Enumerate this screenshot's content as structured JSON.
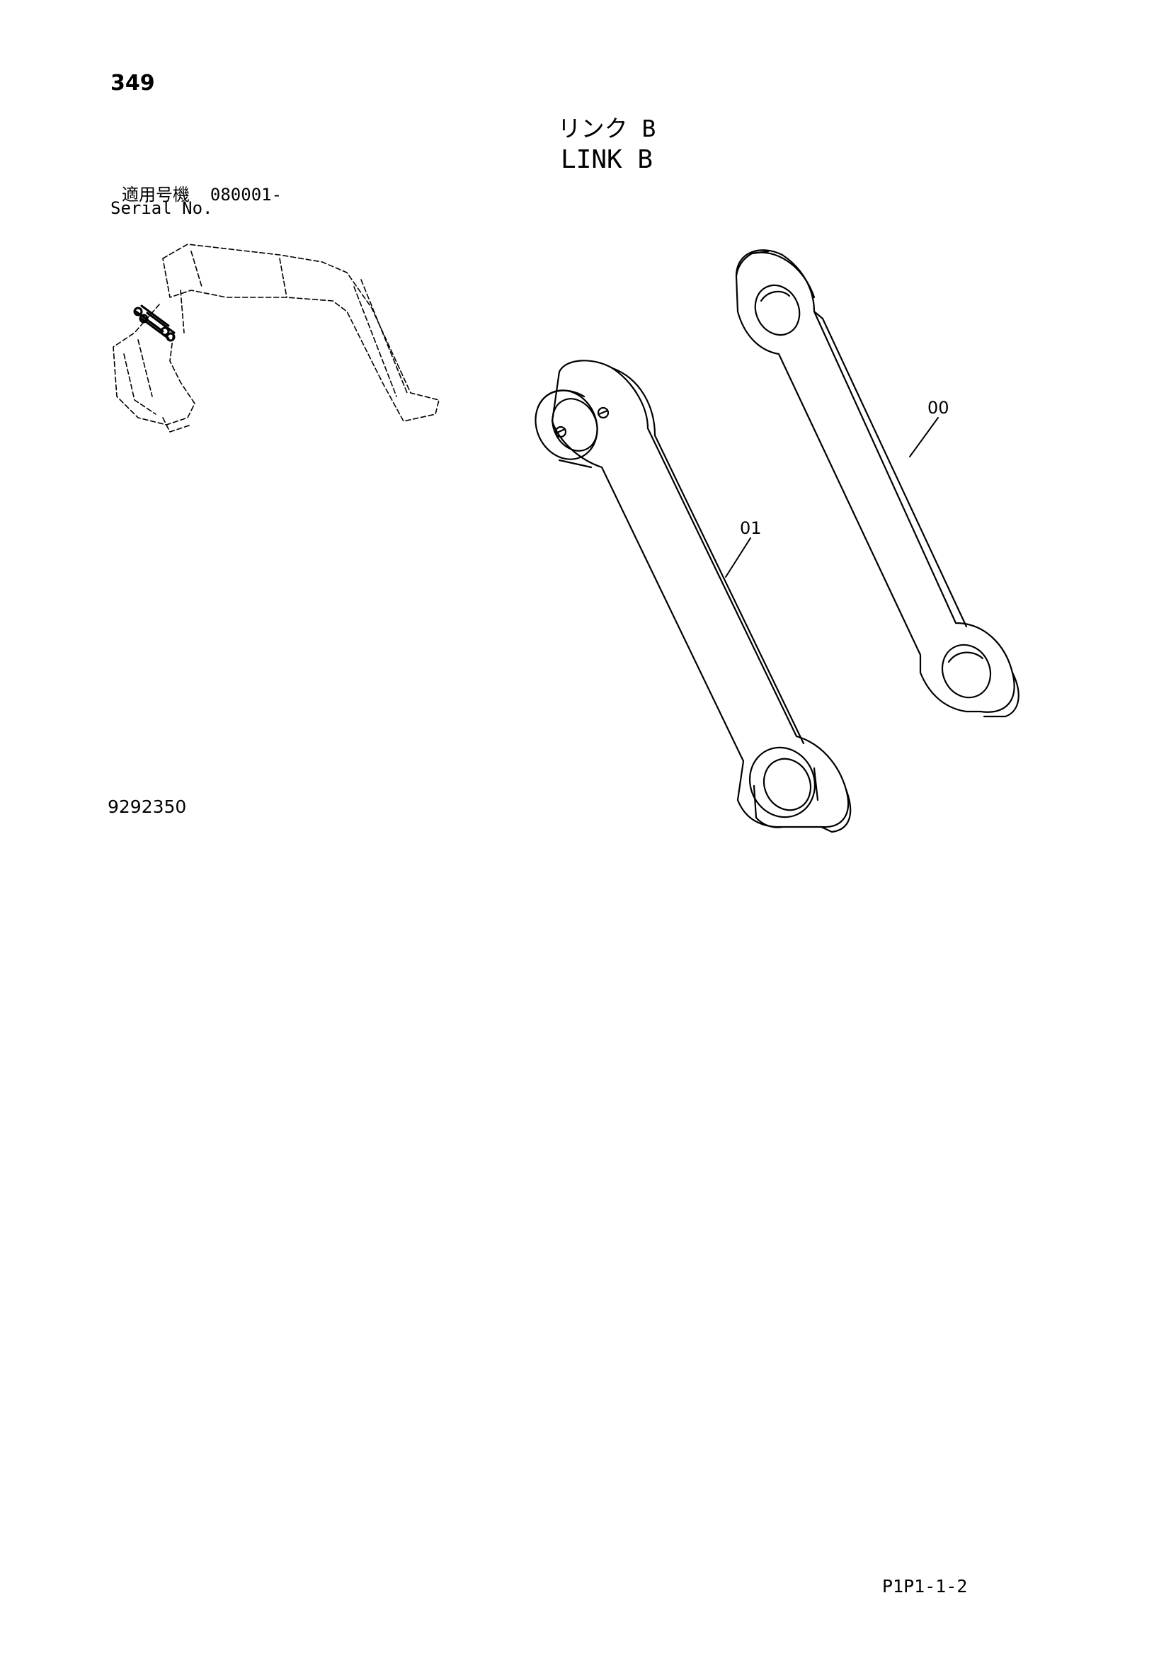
{
  "page": {
    "number": "349",
    "title_jp": "リンク B",
    "title_en": "LINK B",
    "serial_label_jp": "適用号機",
    "serial_value": "080001-",
    "serial_label_en": "Serial No.",
    "drawing_number": "9292350",
    "footer_code": "P1P1-1-2"
  },
  "callouts": [
    {
      "id": "part-00",
      "label": "00"
    },
    {
      "id": "part-01",
      "label": "01"
    }
  ],
  "colors": {
    "line": "#000000",
    "background": "#ffffff"
  }
}
